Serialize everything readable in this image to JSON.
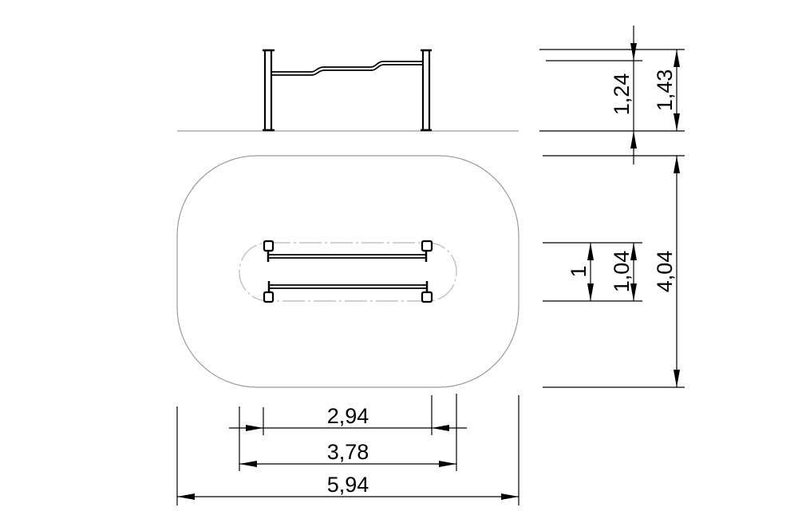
{
  "drawing": {
    "title": "Balance beam play equipment - technical dimension drawing",
    "views": [
      "side-elevation",
      "plan-view"
    ],
    "colors": {
      "lines": "#000000",
      "ground": "#9a9a9a",
      "safety_zone": "#9a9a9a",
      "inner_zone": "#b8b8b8"
    }
  },
  "dimensions": {
    "height_beam": {
      "value": "1,24",
      "orientation": "vertical"
    },
    "height_total": {
      "value": "1,43",
      "orientation": "vertical"
    },
    "plan_inner_width": {
      "value": "1",
      "orientation": "vertical"
    },
    "plan_equipment_depth": {
      "value": "1,04",
      "orientation": "vertical"
    },
    "plan_total_depth": {
      "value": "4,04",
      "orientation": "vertical"
    },
    "equipment_inner_length": {
      "value": "2,94",
      "orientation": "horizontal"
    },
    "equipment_length": {
      "value": "3,78",
      "orientation": "horizontal"
    },
    "total_length": {
      "value": "5,94",
      "orientation": "horizontal"
    }
  }
}
